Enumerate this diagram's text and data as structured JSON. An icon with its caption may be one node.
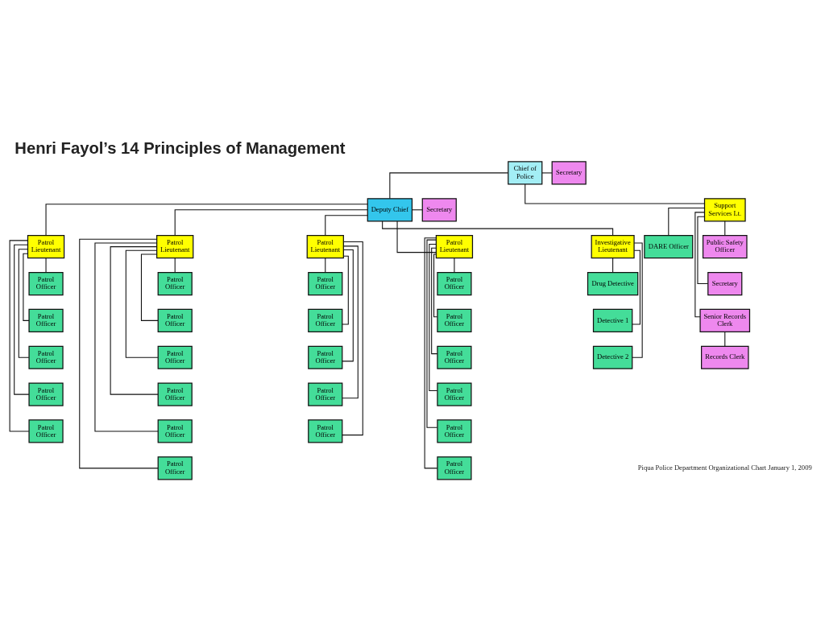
{
  "diagram": {
    "title": "Henri Fayol’s 14 Principles of Management",
    "nodes": [
      {
        "text": [
          "Chief of Police"
        ]
      },
      {
        "text": [
          "Secretary"
        ]
      },
      {
        "text": [
          "Deputy Chief"
        ]
      },
      {
        "text": [
          "Secretary"
        ]
      },
      {
        "text": [
          "Patrol Lieutenant"
        ]
      },
      {
        "text": [
          "Patrol Lieutenant"
        ]
      },
      {
        "text": [
          "Patrol Lieutenant"
        ]
      },
      {
        "text": [
          "Patrol Lieutenant"
        ]
      },
      {
        "text": [
          "Investigative Lieutenant"
        ]
      },
      {
        "text": [
          "Support Services Lt."
        ]
      },
      {
        "text": [
          "Patrol Officer"
        ]
      },
      {
        "text": [
          "Patrol Officer"
        ]
      },
      {
        "text": [
          "Patrol Officer"
        ]
      },
      {
        "text": [
          "Patrol Officer"
        ]
      },
      {
        "text": [
          "Patrol Officer"
        ]
      },
      {
        "text": [
          "Patrol Officer"
        ]
      },
      {
        "text": [
          "Patrol Officer"
        ]
      },
      {
        "text": [
          "Patrol Officer"
        ]
      },
      {
        "text": [
          "Patrol Officer"
        ]
      },
      {
        "text": [
          "Patrol Officer"
        ]
      },
      {
        "text": [
          "Patrol Officer"
        ]
      },
      {
        "text": [
          "Patrol Officer"
        ]
      },
      {
        "text": [
          "Patrol Officer"
        ]
      },
      {
        "text": [
          "Patrol Officer"
        ]
      },
      {
        "text": [
          "Patrol Officer"
        ]
      },
      {
        "text": [
          "Patrol Officer"
        ]
      },
      {
        "text": [
          "Patrol Officer"
        ]
      },
      {
        "text": [
          "Patrol Officer"
        ]
      },
      {
        "text": [
          "Patrol Officer"
        ]
      },
      {
        "text": [
          "Patrol Officer"
        ]
      },
      {
        "text": [
          "Patrol Officer"
        ]
      },
      {
        "text": [
          "Patrol Officer"
        ]
      },
      {
        "text": [
          "Drug Detective"
        ]
      },
      {
        "text": [
          "Detective 1"
        ]
      },
      {
        "text": [
          "Detective 2"
        ]
      },
      {
        "text": [
          "DARE Officer"
        ]
      },
      {
        "text": [
          "Public Safety Officer"
        ]
      },
      {
        "text": [
          "Secretary"
        ]
      },
      {
        "text": [
          "Senior Records Clerk"
        ]
      },
      {
        "text": [
          "Records Clerk"
        ]
      }
    ],
    "edges": [
      {
        "from": 0,
        "to": 1,
        "arrow": "none"
      },
      {
        "from": 0,
        "to": 2,
        "arrow": "none"
      },
      {
        "from": 0,
        "to": 9,
        "arrow": "none"
      },
      {
        "from": 2,
        "to": 3,
        "arrow": "none"
      },
      {
        "from": 2,
        "to": 4,
        "arrow": "none"
      },
      {
        "from": 2,
        "to": 5,
        "arrow": "none"
      },
      {
        "from": 2,
        "to": 6,
        "arrow": "none"
      },
      {
        "from": 2,
        "to": 7,
        "arrow": "none"
      },
      {
        "from": 2,
        "to": 8,
        "arrow": "none"
      },
      {
        "from": 4,
        "to": 10,
        "arrow": "none"
      },
      {
        "from": 4,
        "to": 11,
        "arrow": "none"
      },
      {
        "from": 4,
        "to": 12,
        "arrow": "none"
      },
      {
        "from": 4,
        "to": 13,
        "arrow": "none"
      },
      {
        "from": 4,
        "to": 14,
        "arrow": "none"
      },
      {
        "from": 5,
        "to": 15,
        "arrow": "none"
      },
      {
        "from": 5,
        "to": 16,
        "arrow": "none"
      },
      {
        "from": 5,
        "to": 17,
        "arrow": "none"
      },
      {
        "from": 5,
        "to": 18,
        "arrow": "none"
      },
      {
        "from": 5,
        "to": 19,
        "arrow": "none"
      },
      {
        "from": 5,
        "to": 20,
        "arrow": "none"
      },
      {
        "from": 6,
        "to": 21,
        "arrow": "none"
      },
      {
        "from": 6,
        "to": 22,
        "arrow": "none"
      },
      {
        "from": 6,
        "to": 23,
        "arrow": "none"
      },
      {
        "from": 6,
        "to": 24,
        "arrow": "none"
      },
      {
        "from": 6,
        "to": 25,
        "arrow": "none"
      },
      {
        "from": 7,
        "to": 26,
        "arrow": "none"
      },
      {
        "from": 7,
        "to": 27,
        "arrow": "none"
      },
      {
        "from": 7,
        "to": 28,
        "arrow": "none"
      },
      {
        "from": 7,
        "to": 29,
        "arrow": "none"
      },
      {
        "from": 7,
        "to": 30,
        "arrow": "none"
      },
      {
        "from": 7,
        "to": 31,
        "arrow": "none"
      },
      {
        "from": 8,
        "to": 32,
        "arrow": "none"
      },
      {
        "from": 8,
        "to": 33,
        "arrow": "none"
      },
      {
        "from": 8,
        "to": 34,
        "arrow": "none"
      },
      {
        "from": 9,
        "to": 35,
        "arrow": "none"
      },
      {
        "from": 9,
        "to": 36,
        "arrow": "none"
      },
      {
        "from": 9,
        "to": 37,
        "arrow": "none"
      },
      {
        "from": 9,
        "to": 38,
        "arrow": "none"
      },
      {
        "from": 38,
        "to": 39,
        "arrow": "none"
      }
    ],
    "labels": [
      "Piqua Police Department Organizational Chart January 1, 2009"
    ]
  }
}
